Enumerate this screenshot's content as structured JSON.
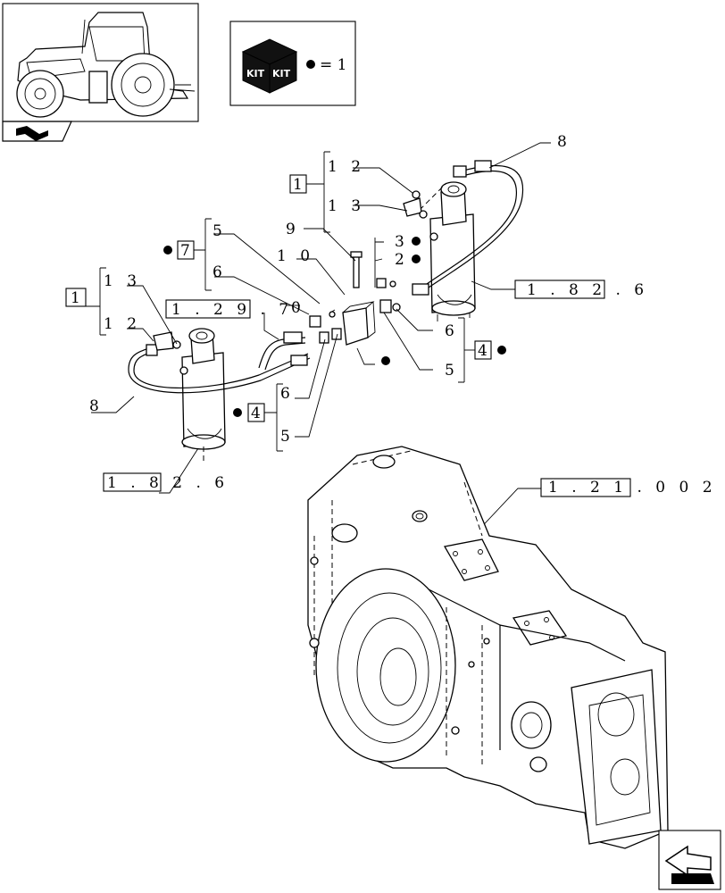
{
  "kit": {
    "icon_text_1": "KIT",
    "icon_text_2": "KIT",
    "equation": "= 1"
  },
  "refs": {
    "r_1_29_7": "1 . 2 9 . 7",
    "r_1_82_6_right": "1 . 8 2 . 6",
    "r_1_82_6_left": "1 . 8 2 . 6",
    "r_1_21_0_02": "1 . 2 1 . 0   0 2"
  },
  "callouts": {
    "c1_top": "1",
    "c12_top": "1 2",
    "c13_top": "1 3",
    "c1_left": "1",
    "c13_left": "1 3",
    "c12_left": "1 2",
    "c7": "7",
    "c5_top": "5",
    "c6_top": "6",
    "c0": "0",
    "c9": "9",
    "c10": "1 0",
    "c3": "3",
    "c2": "2",
    "c8_right": "8",
    "c8_left": "8",
    "c6_right": "6",
    "c4_right": "4",
    "c5_right": "5",
    "c4_left": "4",
    "c6_left": "6",
    "c5_left": "5"
  },
  "icons": {
    "kit": "kit-box-icon",
    "tractor": "tractor-thumbnail",
    "nav_prev": "prev-page-arrow-icon",
    "nav_next": "next-page-arrow-icon"
  },
  "colors": {
    "line": "#000000",
    "background": "#ffffff"
  }
}
